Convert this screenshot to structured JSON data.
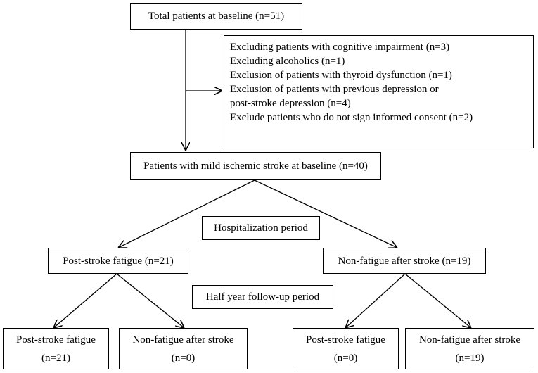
{
  "baseline": {
    "label": "Total patients at baseline (n=51)"
  },
  "exclusions": {
    "lines": [
      "Excluding patients with cognitive impairment (n=3)",
      "Excluding alcoholics (n=1)",
      "Exclusion of patients with thyroid dysfunction (n=1)",
      "Exclusion of patients with previous depression or",
      "post-stroke depression (n=4)",
      "Exclude patients who do not sign informed consent  (n=2)"
    ]
  },
  "mild_stroke": {
    "label": "Patients with mild ischemic stroke at baseline (n=40)"
  },
  "period_labels": {
    "hospitalization": "Hospitalization period",
    "follow_up": "Half year follow-up period"
  },
  "level2": {
    "fatigue": "Post-stroke fatigue (n=21)",
    "non_fatigue": "Non-fatigue after stroke (n=19)"
  },
  "level3": [
    {
      "title": "Post-stroke fatigue",
      "count": "(n=21)"
    },
    {
      "title": "Non-fatigue after stroke",
      "count": "(n=0)"
    },
    {
      "title": "Post-stroke fatigue",
      "count": "(n=0)"
    },
    {
      "title": "Non-fatigue after stroke",
      "count": "(n=19)"
    }
  ]
}
